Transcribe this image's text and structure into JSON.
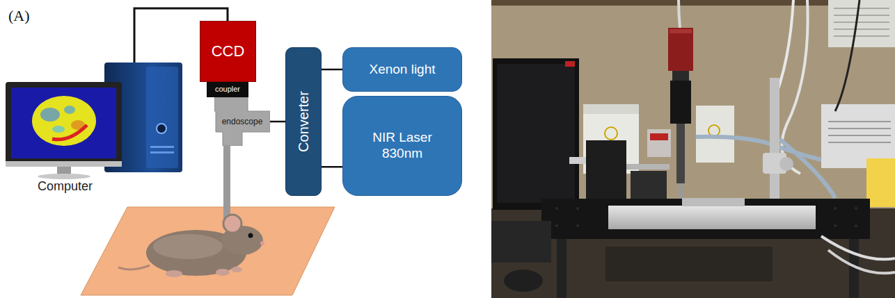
{
  "diagram": {
    "nodes": [
      {
        "text": [
          "CCD"
        ]
      },
      {
        "text": [
          "coupler"
        ]
      },
      {
        "text": [
          "endoscope"
        ]
      },
      {
        "text": [
          "Converter"
        ]
      },
      {
        "text": [
          "Xenon light"
        ]
      },
      {
        "text": [
          "NIR Laser 830nm"
        ]
      }
    ],
    "edges": [
      {
        "from": 2,
        "to": 3,
        "arrow": "none"
      },
      {
        "from": 3,
        "to": 4,
        "arrow": "none"
      },
      {
        "from": 3,
        "to": 5,
        "arrow": "none"
      }
    ],
    "labels": [
      "(A)",
      "Computer"
    ]
  }
}
